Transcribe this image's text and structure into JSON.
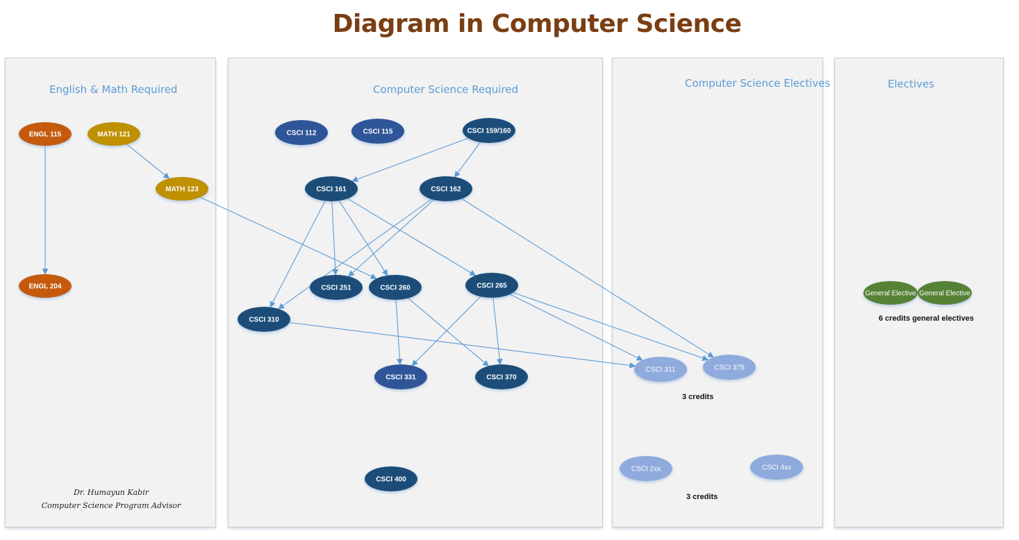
{
  "title": "Diagram in Computer Science",
  "panels": [
    {
      "id": "eng-math",
      "title": "English & Math Required"
    },
    {
      "id": "cs-required",
      "title": "Computer Science Required"
    },
    {
      "id": "cs-electives",
      "title": "Computer Science Electives"
    },
    {
      "id": "electives",
      "title": "Electives"
    }
  ],
  "colors": {
    "english": "#c55a11",
    "math": "#bf9000",
    "cs_required_dark": "#1f4e79",
    "cs_required_mid": "#2f5597",
    "cs_elective": "#8faadc",
    "general_elective": "#548235",
    "edge": "#5b9bd5",
    "panel_title": "#5b9bd5",
    "title": "#7a3e13"
  },
  "nodes": [
    {
      "id": "ENGL115",
      "label": "ENGL 115",
      "group": "english"
    },
    {
      "id": "MATH121",
      "label": "MATH 121",
      "group": "math"
    },
    {
      "id": "MATH123",
      "label": "MATH 123",
      "group": "math"
    },
    {
      "id": "ENGL204",
      "label": "ENGL 204",
      "group": "english"
    },
    {
      "id": "CSCI112",
      "label": "CSCI 112",
      "group": "cs_required_mid"
    },
    {
      "id": "CSCI115",
      "label": "CSCI 115",
      "group": "cs_required_mid"
    },
    {
      "id": "CSCI159",
      "label": "CSCI 159/160",
      "group": "cs_required_dark"
    },
    {
      "id": "CSCI161",
      "label": "CSCI 161",
      "group": "cs_required_dark"
    },
    {
      "id": "CSCI162",
      "label": "CSCI 162",
      "group": "cs_required_dark"
    },
    {
      "id": "CSCI251",
      "label": "CSCI 251",
      "group": "cs_required_dark"
    },
    {
      "id": "CSCI260",
      "label": "CSCI 260",
      "group": "cs_required_dark"
    },
    {
      "id": "CSCI265",
      "label": "CSCI 265",
      "group": "cs_required_dark"
    },
    {
      "id": "CSCI310",
      "label": "CSCI 310",
      "group": "cs_required_dark"
    },
    {
      "id": "CSCI331",
      "label": "CSCI 331",
      "group": "cs_required_mid"
    },
    {
      "id": "CSCI370",
      "label": "CSCI 370",
      "group": "cs_required_dark"
    },
    {
      "id": "CSCI400",
      "label": "CSCI 400",
      "group": "cs_required_dark"
    },
    {
      "id": "CSCI311",
      "label": "CSCI 311",
      "group": "cs_elective"
    },
    {
      "id": "CSCI375",
      "label": "CSCI 375",
      "group": "cs_elective"
    },
    {
      "id": "CSCI2xx",
      "label": "CSCI 2xx",
      "group": "cs_elective"
    },
    {
      "id": "CSCI4xx",
      "label": "CSCI 4xx",
      "group": "cs_elective"
    },
    {
      "id": "GE1",
      "label": "General Elective",
      "group": "general_elective"
    },
    {
      "id": "GE2",
      "label": "General Elective",
      "group": "general_elective"
    }
  ],
  "edges": [
    {
      "from": "ENGL115",
      "to": "ENGL204"
    },
    {
      "from": "MATH121",
      "to": "MATH123"
    },
    {
      "from": "MATH123",
      "to": "CSCI260"
    },
    {
      "from": "CSCI159",
      "to": "CSCI161"
    },
    {
      "from": "CSCI159",
      "to": "CSCI162"
    },
    {
      "from": "CSCI161",
      "to": "CSCI251"
    },
    {
      "from": "CSCI161",
      "to": "CSCI260"
    },
    {
      "from": "CSCI161",
      "to": "CSCI265"
    },
    {
      "from": "CSCI161",
      "to": "CSCI310"
    },
    {
      "from": "CSCI162",
      "to": "CSCI251"
    },
    {
      "from": "CSCI162",
      "to": "CSCI310"
    },
    {
      "from": "CSCI162",
      "to": "CSCI375"
    },
    {
      "from": "CSCI260",
      "to": "CSCI331"
    },
    {
      "from": "CSCI260",
      "to": "CSCI370"
    },
    {
      "from": "CSCI265",
      "to": "CSCI331"
    },
    {
      "from": "CSCI265",
      "to": "CSCI370"
    },
    {
      "from": "CSCI265",
      "to": "CSCI311"
    },
    {
      "from": "CSCI265",
      "to": "CSCI375"
    },
    {
      "from": "CSCI310",
      "to": "CSCI311"
    }
  ],
  "notes": {
    "cs_electives_upper": "3 credits",
    "cs_electives_lower": "3 credits",
    "general_electives": "6 credits general electives"
  },
  "signature": {
    "name": "Dr. Humayun Kabir",
    "role": "Computer Science Program Advisor"
  }
}
